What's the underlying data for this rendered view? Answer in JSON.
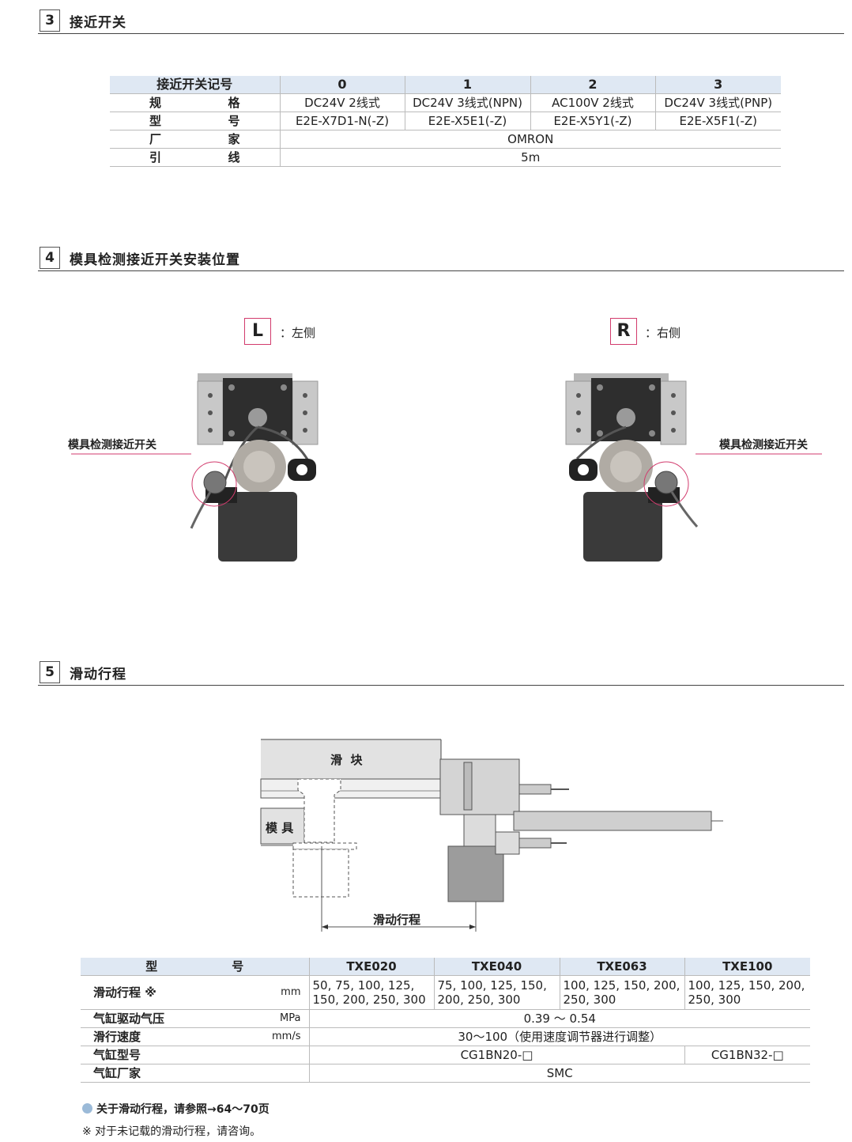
{
  "sections": {
    "s3": {
      "num": "3",
      "title": "接近开关"
    },
    "s4": {
      "num": "4",
      "title": "模具检测接近开关安装位置"
    },
    "s5": {
      "num": "5",
      "title": "滑动行程"
    }
  },
  "switch_table": {
    "header": [
      "接近开关记号",
      "0",
      "1",
      "2",
      "3"
    ],
    "rows": {
      "spec": {
        "label_a": "规",
        "label_b": "格",
        "cells": [
          "DC24V 2线式",
          "DC24V 3线式(NPN)",
          "AC100V 2线式",
          "DC24V 3线式(PNP)"
        ]
      },
      "model": {
        "label_a": "型",
        "label_b": "号",
        "cells": [
          "E2E-X7D1-N(-Z)",
          "E2E-X5E1(-Z)",
          "E2E-X5Y1(-Z)",
          "E2E-X5F1(-Z)"
        ]
      },
      "maker": {
        "label_a": "厂",
        "label_b": "家",
        "value": "OMRON"
      },
      "lead": {
        "label_a": "引",
        "label_b": "线",
        "value": "5m"
      }
    }
  },
  "mounting": {
    "left": {
      "tag": "L",
      "side": "：左侧",
      "callout": "模具检测接近开关"
    },
    "right": {
      "tag": "R",
      "side": "：右侧",
      "callout": "模具检测接近开关"
    }
  },
  "diagram": {
    "slider": "滑  块",
    "die": "模 具",
    "stroke": "滑动行程"
  },
  "stroke_table": {
    "header": [
      "型                  号",
      "TXE020",
      "TXE040",
      "TXE063",
      "TXE100"
    ],
    "stroke": {
      "label": "滑动行程 ※",
      "unit": "mm",
      "cells": [
        "50, 75, 100, 125, 150, 200, 250, 300",
        "75, 100, 125, 150, 200, 250, 300",
        "100, 125, 150, 200, 250, 300",
        "100, 125, 150, 200, 250, 300"
      ]
    },
    "pressure": {
      "label": "气缸驱动气压",
      "unit": "MPa",
      "value": "0.39 ～ 0.54"
    },
    "speed": {
      "label": "滑行速度",
      "unit": "mm/s",
      "value": "30～100（使用速度调节器进行调整）"
    },
    "cylinder": {
      "label": "气缸型号",
      "value_a": "CG1BN20-□",
      "value_b": "CG1BN32-□"
    },
    "cyl_maker": {
      "label": "气缸厂家",
      "value": "SMC"
    }
  },
  "notes": {
    "ref": "关于滑动行程，请参照→64～70页",
    "ask": "※ 对于未记载的滑动行程，请咨询。"
  }
}
